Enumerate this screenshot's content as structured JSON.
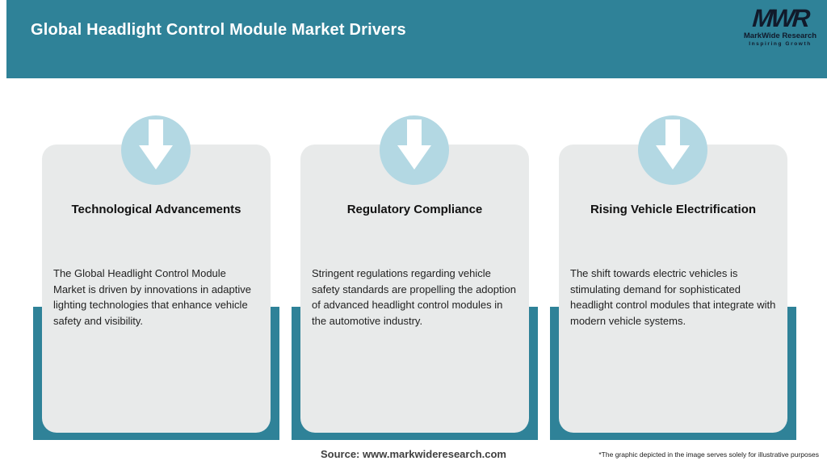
{
  "header": {
    "title": "Global Headlight Control Module Market Drivers",
    "logo": {
      "mark": "MWR",
      "company": "MarkWide Research",
      "tagline": "Inspiring Growth"
    }
  },
  "cards": [
    {
      "icon": "down-arrow-icon",
      "title": "Technological Advancements",
      "body": "The Global Headlight Control Module Market is driven by innovations in adaptive lighting technologies that enhance vehicle safety and visibility."
    },
    {
      "icon": "down-arrow-icon",
      "title": "Regulatory Compliance",
      "body": "Stringent regulations regarding vehicle safety standards are propelling the adoption of advanced headlight control modules in the automotive industry."
    },
    {
      "icon": "down-arrow-icon",
      "title": "Rising Vehicle Electrification",
      "body": "The shift towards electric vehicles is stimulating demand for sophisticated headlight control modules that integrate with modern vehicle systems."
    }
  ],
  "footer": {
    "source": "Source: www.markwideresearch.com",
    "disclaimer": "*The graphic depicted in the image serves solely for illustrative purposes"
  },
  "colors": {
    "teal": "#2F8298",
    "card_bg": "#E8EAEA",
    "icon_circle_bg": "#B3D8E3",
    "arrow": "#FFFFFF",
    "logo_navy": "#111A2B",
    "header_text": "#FFFFFF"
  }
}
